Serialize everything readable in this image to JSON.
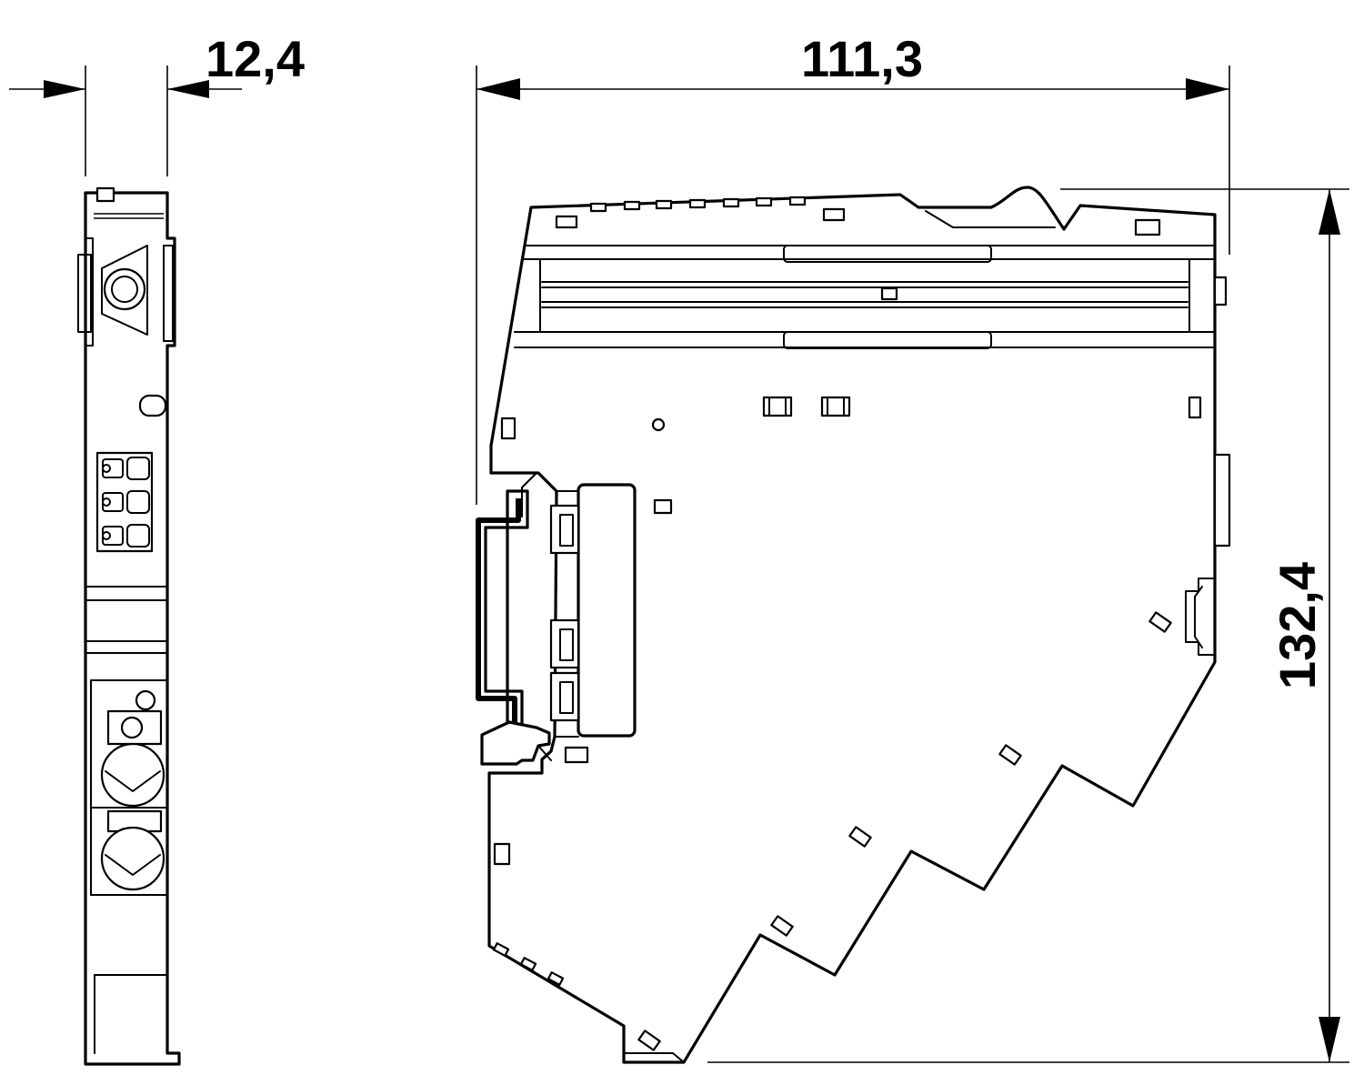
{
  "dimensions": {
    "width_side": "12,4",
    "depth_front": "111,3",
    "height_front": "132,4"
  }
}
